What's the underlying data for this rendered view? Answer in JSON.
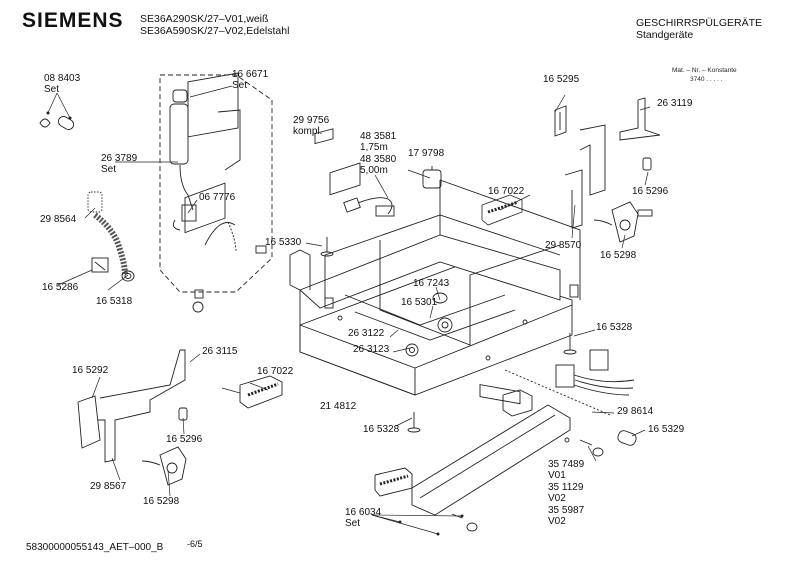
{
  "header": {
    "brand": "SIEMENS",
    "model_line_1": "SE36A290SK/27–V01,weiß",
    "model_line_2": "SE36A590SK/27–V02,Edelstahl",
    "category": "GESCHIRRSPÜLGERÄTE",
    "subcategory": "Standgeräte",
    "mat_label": "Mat. – Nr. – Konstante",
    "mat_value": "3740  .  .  .  .  ."
  },
  "parts": {
    "p088403": "08 8403",
    "set_a": "Set",
    "p166671": "16 6671",
    "set_b": "Set",
    "p299756": "29 9756",
    "kompl": "kompl.",
    "p263789": "26 3789",
    "set_c": "Set",
    "p067776": "06 7776",
    "p298564": "29 8564",
    "p165286": "16 5286",
    "p165318": "16 5318",
    "p483581": "48 3581",
    "len175": "1,75m",
    "p483580": "48 3580",
    "len500": "5,00m",
    "p179798": "17 9798",
    "p165330": "16 5330",
    "p167022a": "16 7022",
    "p165295": "16 5295",
    "p263119": "26 3119",
    "p165296a": "16 5296",
    "p298570": "29 8570",
    "p165298a": "16 5298",
    "p167243": "16 7243",
    "p165301": "16 5301",
    "p263122": "26 3122",
    "p263123": "26 3123",
    "p165328a": "16 5328",
    "p165292": "16 5292",
    "p263115": "26 3115",
    "p167022b": "16 7022",
    "p214812": "21 4812",
    "p165296b": "16 5296",
    "p298567": "29 8567",
    "p165298b": "16 5298",
    "p165328b": "16 5328",
    "p298614": "29 8614",
    "p165329": "16 5329",
    "p357489": "35 7489",
    "v01": "V01",
    "p351129": "35 1129",
    "v02a": "V02",
    "p355987": "35 5987",
    "v02b": "V02",
    "p166034": "16 6034",
    "set_d": "Set"
  },
  "footer": {
    "doc_id": "58300000055143_AET–000_B",
    "page": "-6/5"
  }
}
